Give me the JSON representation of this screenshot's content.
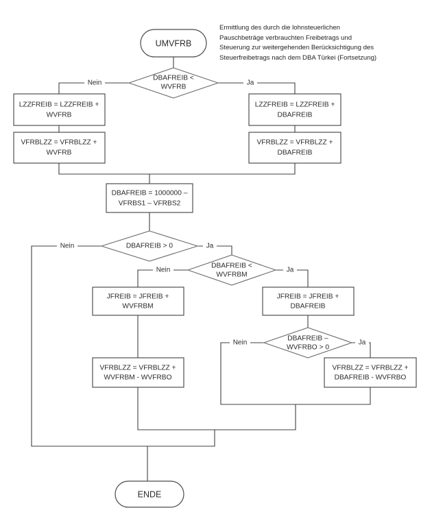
{
  "diagram": {
    "title_note": {
      "lines": [
        "Ermittlung des durch die lohnsteuerlichen",
        "Pauschbeträge verbrauchten Freibetrags und",
        "Steuerung zur weitergehenden Berücksichtigung des",
        "Steuerfreibetrags nach dem DBA Türkei (Fortsetzung)"
      ]
    },
    "colors": {
      "box_stroke": "#3f3f3f",
      "diamond_stroke": "#6b6b6b",
      "connector": "#3f3f3f",
      "text": "#2b2b2b",
      "background": "#ffffff"
    },
    "nodes": {
      "start": {
        "type": "terminal",
        "label": "UMVFRB"
      },
      "end": {
        "type": "terminal",
        "label": "ENDE"
      },
      "decision_1": {
        "type": "decision",
        "line1": "DBAFREIB <",
        "line2": "WVFRB"
      },
      "decision_2": {
        "type": "decision",
        "line1": "DBAFREIB > 0",
        "line2": ""
      },
      "decision_3": {
        "type": "decision",
        "line1": "DBAFREIB <",
        "line2": "WVFRBM"
      },
      "decision_4": {
        "type": "decision",
        "line1": "DBAFREIB –",
        "line2": "WVFRBO > 0"
      },
      "proc_lzzfreib_wvfrb": {
        "type": "process",
        "line1": "LZZFREIB = LZZFREIB +",
        "line2": "WVFRB"
      },
      "proc_vfrblzz_wvfrb": {
        "type": "process",
        "line1": "VFRBLZZ = VFRBLZZ +",
        "line2": "WVFRB"
      },
      "proc_lzzfreib_dbafreib": {
        "type": "process",
        "line1": "LZZFREIB = LZZFREIB +",
        "line2": "DBAFREIB"
      },
      "proc_vfrblzz_dbafreib": {
        "type": "process",
        "line1": "VFRBLZZ = VFRBLZZ +",
        "line2": "DBAFREIB"
      },
      "proc_dbafreib_calc": {
        "type": "process",
        "line1": "DBAFREIB = 1000000 –",
        "line2": "VFRBS1 – VFRBS2"
      },
      "proc_jfreib_wvfrbm": {
        "type": "process",
        "line1": "JFREIB = JFREIB +",
        "line2": "WVFRBM"
      },
      "proc_jfreib_dbafreib": {
        "type": "process",
        "line1": "JFREIB = JFREIB +",
        "line2": "DBAFREIB"
      },
      "proc_vfrblzz_wvfrbm_wvfrbo": {
        "type": "process",
        "line1": "VFRBLZZ = VFRBLZZ +",
        "line2": "WVFRBM - WVFRBO"
      },
      "proc_vfrblzz_dbafreib_wvfrbo": {
        "type": "process",
        "line1": "VFRBLZZ = VFRBLZZ +",
        "line2": "DBAFREIB - WVFRBO"
      }
    },
    "edge_labels": {
      "d1_no": "Nein",
      "d1_yes": "Ja",
      "d2_no": "Nein",
      "d2_yes": "Ja",
      "d3_no": "Nein",
      "d3_yes": "Ja",
      "d4_no": "Nein",
      "d4_yes": "Ja"
    }
  }
}
